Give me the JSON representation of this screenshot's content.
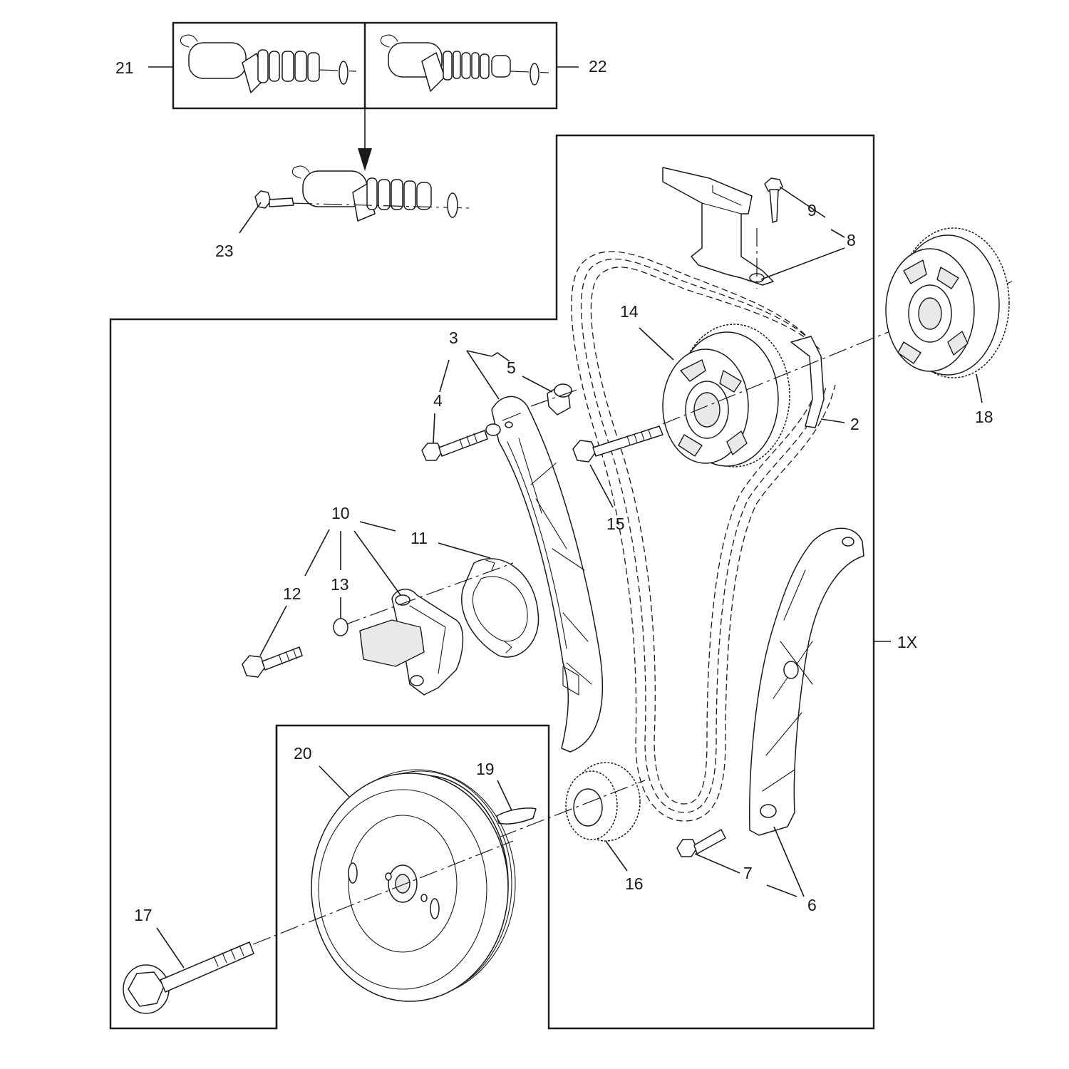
{
  "diagram": {
    "callouts": {
      "c1x": "1X",
      "c2": "2",
      "c3": "3",
      "c4": "4",
      "c5": "5",
      "c6": "6",
      "c7": "7",
      "c8": "8",
      "c9": "9",
      "c10": "10",
      "c11": "11",
      "c12": "12",
      "c13": "13",
      "c14": "14",
      "c15": "15",
      "c16": "16",
      "c17": "17",
      "c18": "18",
      "c19": "19",
      "c20": "20",
      "c21": "21",
      "c22": "22",
      "c23": "23"
    }
  }
}
